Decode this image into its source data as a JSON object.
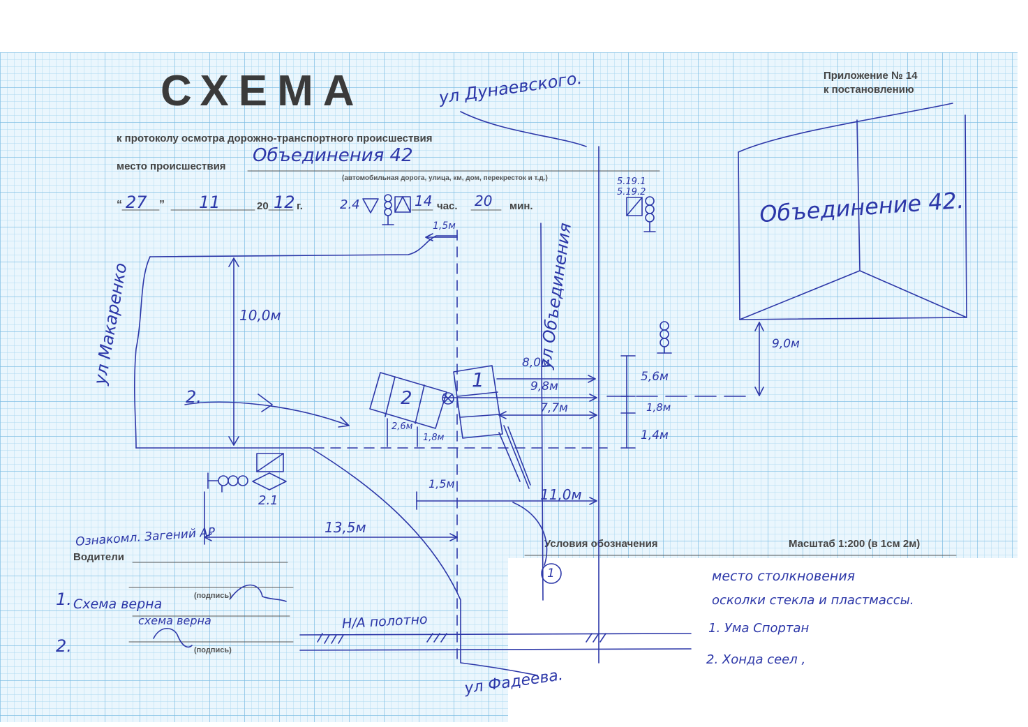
{
  "header": {
    "title": "СХЕМА",
    "subtitle": "к протоколу осмотра дорожно-транспортного происшествия",
    "appendix_line1": "Приложение № 14",
    "appendix_line2": "к постановлению",
    "place_label": "место происшествия",
    "place_value": "Объединения 42",
    "place_hint": "(автомобильная дорога, улица, км, дом, перекресток и т.д.)",
    "day": "27",
    "month": "11",
    "year_prefix": "20",
    "year_suffix": "12",
    "year_unit": "г.",
    "hour": "14",
    "hour_unit": "час.",
    "minute": "20",
    "minute_unit": "мин."
  },
  "streets": {
    "north": "ул Дунаевского.",
    "west": "ул Макаренко",
    "center": "ул Объединения",
    "south": "ул Фадеева."
  },
  "building_label": "Объединение 42.",
  "signs": {
    "sign_24": "2.4",
    "sign_519": "5.19.1",
    "sign_5192": "5.19.2",
    "sign_21": "2.1"
  },
  "vehicles": {
    "v1": "1",
    "v2": "2"
  },
  "lane_label": "Н/А полотно",
  "lane_marker_1": "2.",
  "measurements": {
    "m_1_5_top": "1,5м",
    "m_10": "10,0м",
    "m_8": "8,0м",
    "m_9_8": "9,8м",
    "m_7_7": "7,7м",
    "m_5_6": "5,6м",
    "m_1_8_right": "1,8м",
    "m_1_4": "1,4м",
    "m_9": "9,0м",
    "m_2_6": "2,6м",
    "m_1_8_left": "1,8м",
    "m_1_5_bottom": "1,5м",
    "m_11": "11,0м",
    "m_13_5": "13,5м"
  },
  "footer": {
    "legend_title": "Условия обозначения",
    "scale": "Масштаб 1:200 (в 1см 2м)",
    "drivers_label": "Водители",
    "signature_hint_1": "(подпись)",
    "signature_hint_2": "(подпись)",
    "witness_note": "Ознакомл. Загений АР",
    "driver1_num": "1.",
    "driver1_text": "Схема верна",
    "driver2_num": "2.",
    "driver2_text": "схема верна",
    "callout": "1"
  },
  "legend_items": [
    "место столкновения",
    "осколки стекла и пластмассы.",
    "1. Ума Спортан",
    "2. Хонда сеел ,"
  ],
  "colors": {
    "ink": "#2c37a8",
    "grid": "#78b9e1",
    "paper": "#eaf6fd"
  }
}
